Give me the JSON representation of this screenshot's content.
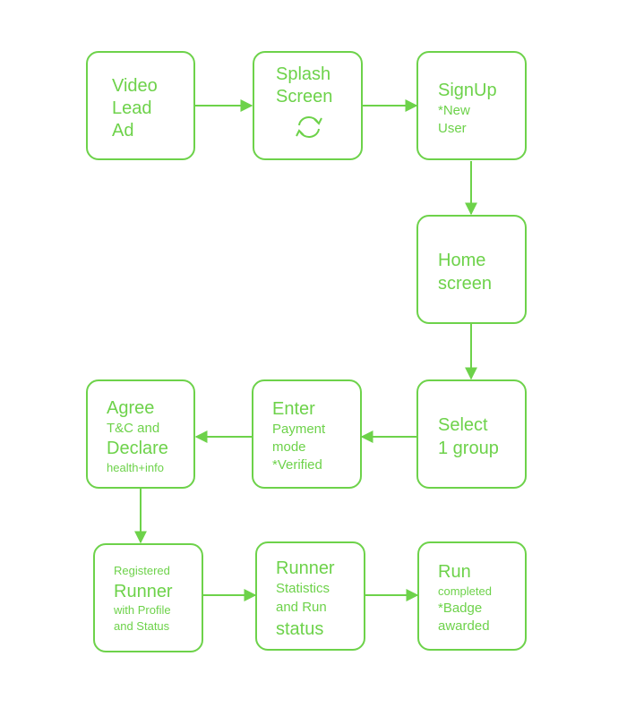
{
  "colors": {
    "accent": "#6dd24a",
    "background": "#ffffff"
  },
  "nodes": {
    "video": {
      "l1": "Video",
      "l2": "Lead",
      "l3": "Ad"
    },
    "splash": {
      "l1": "Splash",
      "l2": "Screen",
      "icon": "refresh-icon"
    },
    "signup": {
      "l1": "SignUp",
      "l2": "*New",
      "l3": "User"
    },
    "home": {
      "l1": "Home",
      "l2": "screen"
    },
    "select": {
      "l1": "Select",
      "l2": "1 group"
    },
    "payment": {
      "l1": "Enter",
      "l2": "Payment",
      "l3": "mode",
      "l4": "*Verified"
    },
    "agree": {
      "l1": "Agree",
      "l2": "T&C and",
      "l3": "Declare",
      "l4": "health+info"
    },
    "registered": {
      "l1": "Registered",
      "l2": "Runner",
      "l3": "with Profile",
      "l4": "and Status"
    },
    "stats": {
      "l1": "Runner",
      "l2": "Statistics",
      "l3": "and Run",
      "l4": "status"
    },
    "run": {
      "l1": "Run",
      "l2": "completed",
      "l3": "*Badge",
      "l4": "awarded"
    }
  },
  "edges": [
    [
      "video",
      "splash"
    ],
    [
      "splash",
      "signup"
    ],
    [
      "signup",
      "home"
    ],
    [
      "home",
      "select"
    ],
    [
      "select",
      "payment"
    ],
    [
      "payment",
      "agree"
    ],
    [
      "agree",
      "registered"
    ],
    [
      "registered",
      "stats"
    ],
    [
      "stats",
      "run"
    ]
  ]
}
